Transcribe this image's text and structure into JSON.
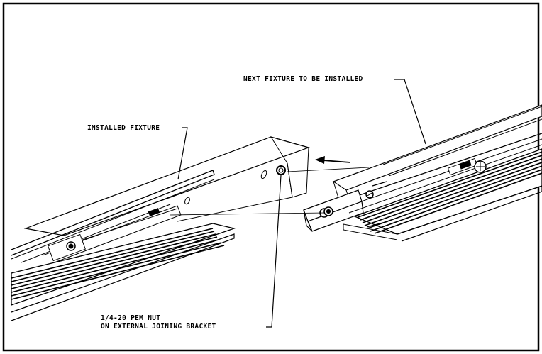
{
  "labels": {
    "next_fixture": "NEXT FIXTURE TO BE INSTALLED",
    "installed_fixture": "INSTALLED FIXTURE",
    "pem_nut_line1": "1/4-20 PEM NUT",
    "pem_nut_line2": "ON EXTERNAL JOINING BRACKET"
  },
  "colors": {
    "line": "#000000",
    "background": "#ffffff"
  }
}
